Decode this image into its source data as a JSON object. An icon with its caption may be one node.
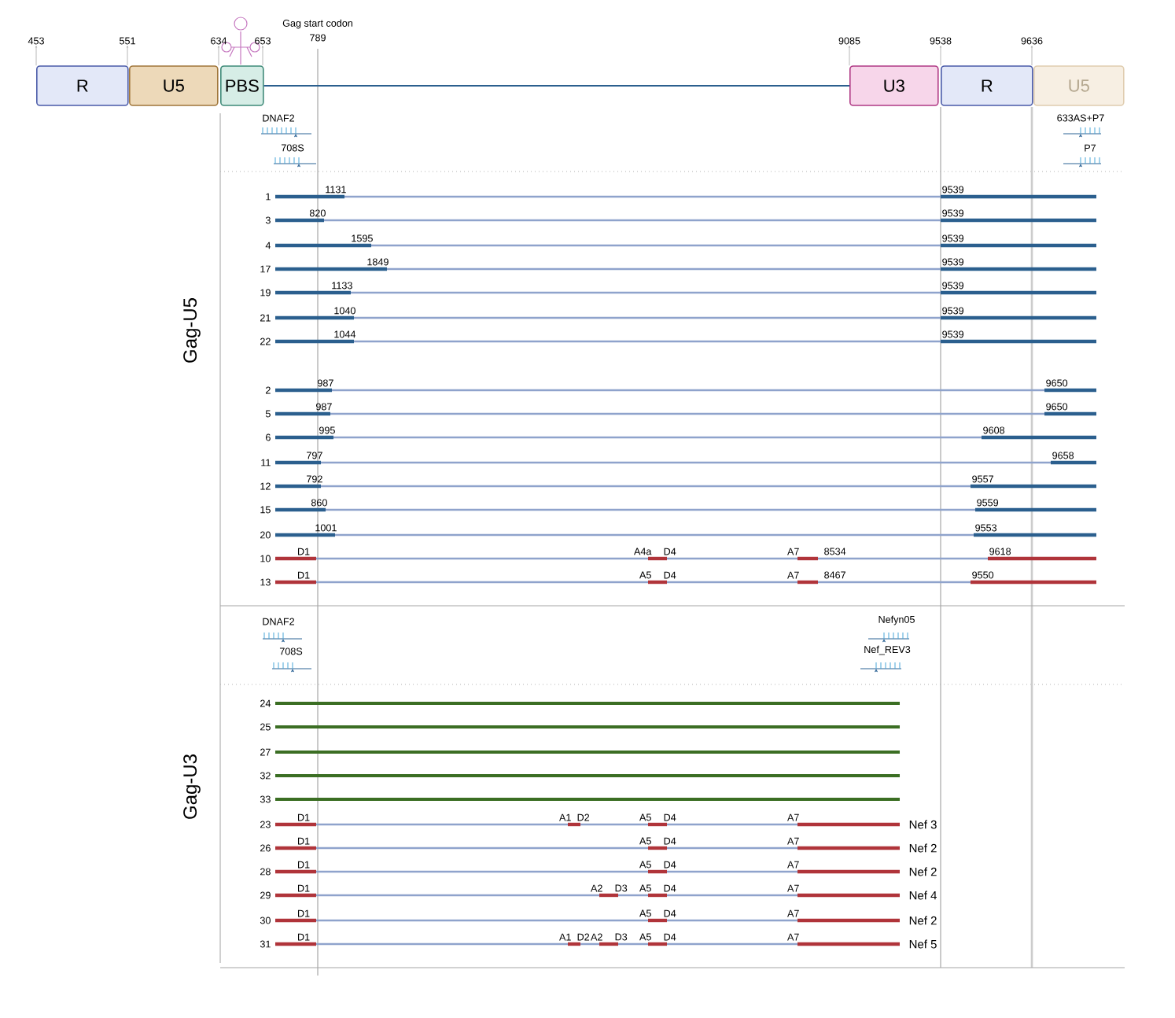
{
  "diagram": {
    "nodes": [
      {
        "text": [
          "R"
        ]
      },
      {
        "text": [
          "U5"
        ]
      },
      {
        "text": [
          "PBS"
        ]
      },
      {
        "text": [
          "U3"
        ]
      },
      {
        "text": [
          "R"
        ]
      },
      {
        "text": [
          "U5"
        ]
      },
      {
        "text": [
          "453"
        ]
      },
      {
        "text": [
          "551"
        ]
      },
      {
        "text": [
          "634"
        ]
      },
      {
        "text": [
          "653"
        ]
      },
      {
        "text": [
          "9085"
        ]
      },
      {
        "text": [
          "9538"
        ]
      },
      {
        "text": [
          "9636"
        ]
      }
    ],
    "edges": [
      {
        "from": 2,
        "to": 3,
        "arrow": "none",
        "color": "#2b5f8e"
      },
      {
        "from": 0,
        "to": 6,
        "arrow": "to"
      },
      {
        "from": 0,
        "to": 7,
        "arrow": "to"
      },
      {
        "from": 2,
        "to": 8,
        "arrow": "to"
      },
      {
        "from": 2,
        "to": 9,
        "arrow": "to"
      },
      {
        "from": 3,
        "to": 10,
        "arrow": "to"
      },
      {
        "from": 4,
        "to": 11,
        "arrow": "to"
      },
      {
        "from": 4,
        "to": 12,
        "arrow": "to"
      }
    ],
    "labels": [
      "Gag start codon",
      "789",
      "DNAF2",
      "633AS+P7",
      "708S",
      "P7",
      "Gag-U5",
      "1",
      "1131",
      "9539",
      "3",
      "820",
      "9539",
      "4",
      "1595",
      "9539",
      "17",
      "1849",
      "9539",
      "19",
      "1133",
      "9539",
      "21",
      "1040",
      "9539",
      "22",
      "1044",
      "9539",
      "2",
      "987",
      "9650",
      "5",
      "987",
      "9650",
      "6",
      "995",
      "9608",
      "11",
      "797",
      "9658",
      "12",
      "792",
      "9557",
      "15",
      "860",
      "9559",
      "20",
      "1001",
      "9553",
      "10",
      "D1",
      "A4a",
      "D4",
      "A7",
      "8534",
      "9618",
      "13",
      "D1",
      "A5",
      "D4",
      "A7",
      "8467",
      "9550",
      "DNAF2",
      "Nefyn05",
      "708S",
      "Nef_REV3",
      "Gag-U3",
      "24",
      "25",
      "27",
      "32",
      "33",
      "23",
      "D1",
      "A1",
      "D2",
      "A5",
      "D4",
      "A7",
      "Nef 3",
      "26",
      "D1",
      "A5",
      "D4",
      "A7",
      "Nef 2",
      "28",
      "D1",
      "A5",
      "D4",
      "A7",
      "Nef 2",
      "29",
      "D1",
      "A2",
      "D3",
      "A5",
      "D4",
      "A7",
      "Nef 4",
      "30",
      "D1",
      "A5",
      "D4",
      "A7",
      "Nef 2",
      "31",
      "D1",
      "A1",
      "D2",
      "A2",
      "D3",
      "A5",
      "D4",
      "A7",
      "Nef 5"
    ]
  }
}
